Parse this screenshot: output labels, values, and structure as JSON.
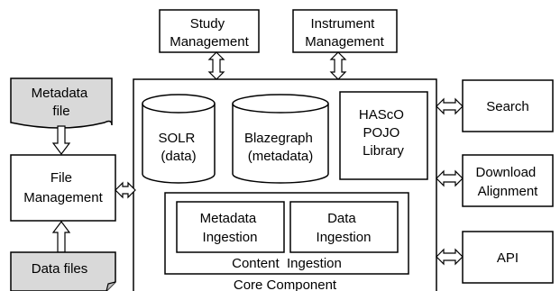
{
  "top_boxes": {
    "study": [
      "Study",
      "Management"
    ],
    "instrument": [
      "Instrument",
      "Management"
    ]
  },
  "left": {
    "metadata_file": [
      "Metadata",
      "file"
    ],
    "file_management": [
      "File",
      "Management"
    ],
    "data_files": [
      "Data files"
    ]
  },
  "core": {
    "label": "Core Component",
    "solr": [
      "SOLR",
      "(data)"
    ],
    "blazegraph": [
      "Blazegraph",
      "(metadata)"
    ],
    "hasco": [
      "HAScO",
      "POJO",
      "Library"
    ],
    "content_ingestion": {
      "label": "Content  Ingestion",
      "metadata_ingestion": [
        "Metadata",
        "Ingestion"
      ],
      "data_ingestion": [
        "Data",
        "Ingestion"
      ]
    }
  },
  "right": {
    "search": [
      "Search"
    ],
    "download": [
      "Download",
      "Alignment"
    ],
    "api": [
      "API"
    ]
  },
  "colors": {
    "doc_fill": "#d9d9d9",
    "line": "#000000",
    "background": "#ffffff"
  }
}
